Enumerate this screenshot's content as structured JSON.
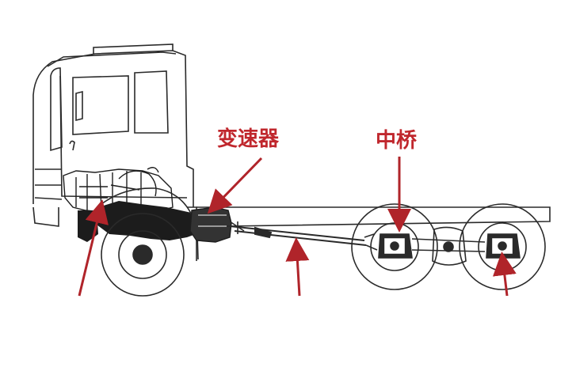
{
  "labels": {
    "gearbox": "变速器",
    "middle_axle": "中桥"
  },
  "colors": {
    "label": "#c0272d",
    "arrow": "#b0242a",
    "line_art": "#2a2a2a",
    "background": "#ffffff"
  },
  "icons": {
    "truck": "truck-chassis-line-drawing"
  }
}
